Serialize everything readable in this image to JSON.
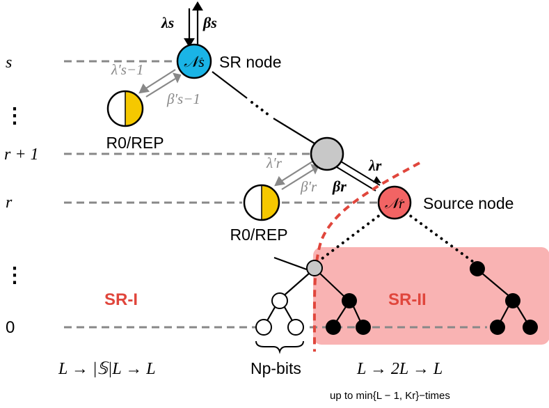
{
  "levels": {
    "s": "s",
    "dots": "⋮",
    "r_plus_1": "r + 1",
    "r": "r",
    "dots_lower": "⋮",
    "zero": "0"
  },
  "top_arrows": {
    "lambda_s": "λs",
    "beta_s": "βs"
  },
  "sr_node": {
    "symbol": "𝒩s",
    "label": "SR node",
    "color": "#1ab4e6"
  },
  "source_node": {
    "symbol": "𝒩r",
    "label": "Source node",
    "color": "#f26464"
  },
  "r0rep_upper": {
    "label": "R0/REP",
    "lambda": "λ′s−1",
    "beta": "β′s−1",
    "fill_color": "#f5c800"
  },
  "r0rep_lower": {
    "label": "R0/REP",
    "lambda": "λ′r",
    "beta": "β′r"
  },
  "middle_arrows": {
    "lambda_r": "λr",
    "beta_r": "βr"
  },
  "regions": {
    "sr1_label": "SR-I",
    "sr2_label": "SR-II",
    "sr2_color": "#f9b3b3",
    "label_color": "#e0463c"
  },
  "bottom": {
    "left_formula": "L → |𝕊|L → L",
    "np_bits": "Np-bits",
    "right_formula": "L → 2L → L",
    "note": "up to min{L − 1, Kr}−times"
  }
}
